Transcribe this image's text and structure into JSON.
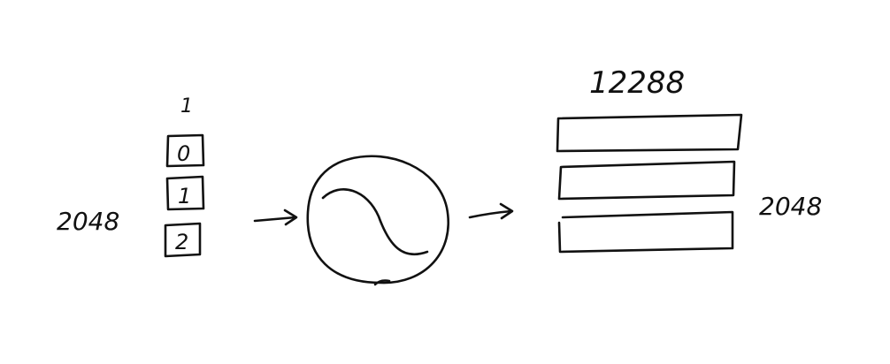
{
  "input": {
    "width_label": "1",
    "height_label": "2048",
    "tokens": [
      "0",
      "1",
      "2"
    ]
  },
  "output": {
    "width_label": "12288",
    "height_label": "2048",
    "row_count": 3
  },
  "colors": {
    "ink": "#111111",
    "background": "#ffffff"
  },
  "icons": {
    "function_node": "sine-wave-circle-icon",
    "arrow": "right-arrow-icon"
  }
}
